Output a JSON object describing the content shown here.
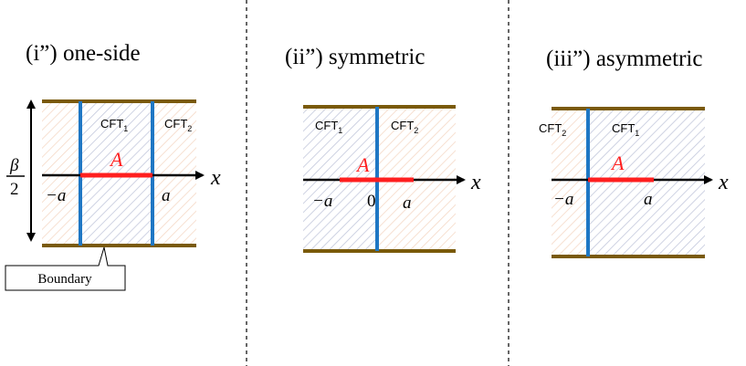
{
  "colors": {
    "boundary": "#7a5a0a",
    "interface": "#1f77c4",
    "subsystem": "#ff1f1f",
    "hatch_cft1": "#c3c8dc",
    "hatch_cft2": "#f5d9c6",
    "axis": "#000000",
    "divider": "#333333"
  },
  "panels": [
    {
      "id": "i",
      "title": "(i”) one-side",
      "cft1": "CFT",
      "cft1_sub": "1",
      "cft2": "CFT",
      "cft2_sub": "2",
      "subsystem": "A",
      "x_label": "x",
      "left_endpoint": "−a",
      "right_endpoint": "a",
      "height_num": "β",
      "height_den": "2",
      "boundary_callout": "Boundary"
    },
    {
      "id": "ii",
      "title": "(ii”) symmetric",
      "cft1": "CFT",
      "cft1_sub": "1",
      "cft2": "CFT",
      "cft2_sub": "2",
      "subsystem": "A",
      "x_label": "x",
      "left_endpoint": "−a",
      "center_label": "0",
      "right_endpoint": "a"
    },
    {
      "id": "iii",
      "title": "(iii”) asymmetric",
      "cft1": "CFT",
      "cft1_sub": "1",
      "cft2": "CFT",
      "cft2_sub": "2",
      "subsystem": "A",
      "x_label": "x",
      "left_endpoint": "−a",
      "right_endpoint": "a"
    }
  ]
}
